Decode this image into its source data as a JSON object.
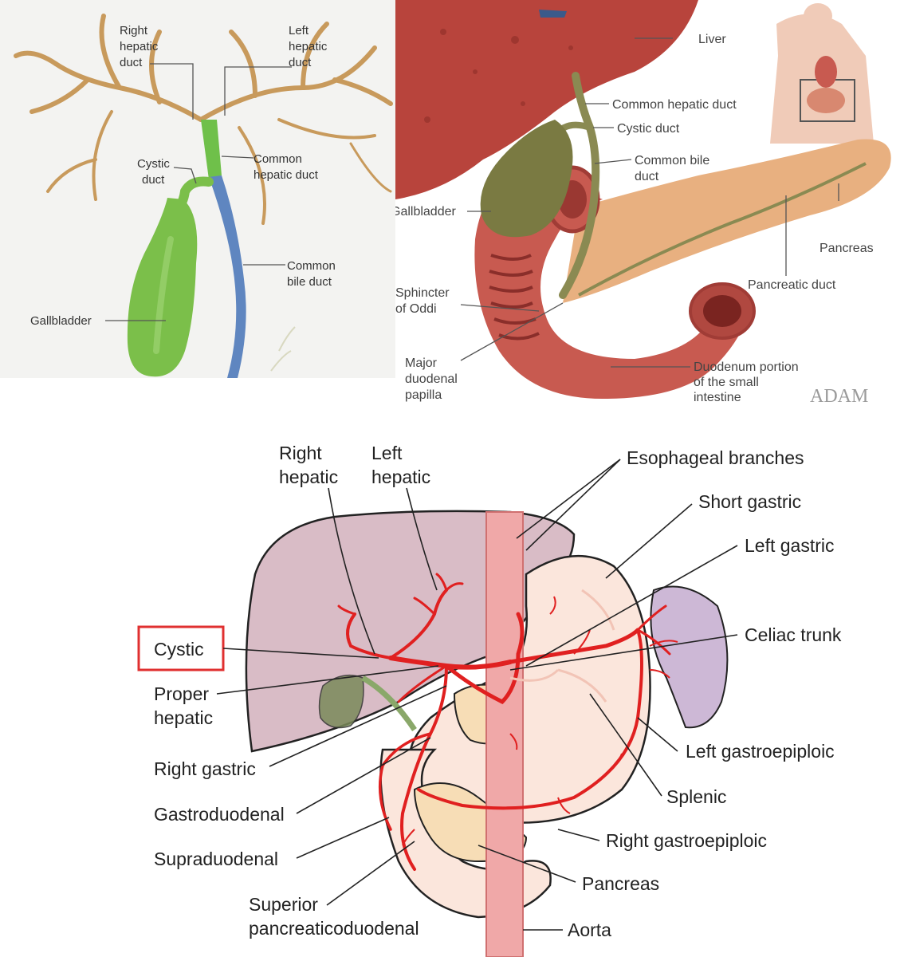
{
  "panels": {
    "biliary_tree": {
      "labels": {
        "right_hepatic_duct": [
          "Right",
          "hepatic",
          "duct"
        ],
        "left_hepatic_duct": [
          "Left",
          "hepatic",
          "duct"
        ],
        "cystic_duct": [
          "Cystic",
          "duct"
        ],
        "common_hepatic_duct": [
          "Common",
          "hepatic duct"
        ],
        "common_bile_duct": [
          "Common",
          "bile duct"
        ],
        "gallbladder": "Gallbladder"
      },
      "colors": {
        "ducts": "#c89a5c",
        "gallbladder": "#7bbf4a",
        "common_bile_duct": "#5f86c0"
      }
    },
    "pancreas_duodenum": {
      "labels": {
        "liver": "Liver",
        "common_hepatic_duct": "Common hepatic duct",
        "cystic_duct": "Cystic duct",
        "common_bile_duct": [
          "Common bile",
          "duct"
        ],
        "gallbladder": "Gallbladder",
        "pancreas": "Pancreas",
        "pancreatic_duct": "Pancreatic duct",
        "sphincter_of_oddi": [
          "Sphincter",
          "of Oddi"
        ],
        "major_duodenal_papilla": [
          "Major",
          "duodenal",
          "papilla"
        ],
        "duodenum": [
          "Duodenum portion",
          "of the small",
          "intestine"
        ],
        "watermark": "ADAM"
      },
      "colors": {
        "liver": "#b8443c",
        "pancreas": "#e8b080",
        "duodenum": "#c85a50",
        "gallbladder": "#7a7a42"
      }
    },
    "celiac_arteries": {
      "labels": {
        "right_hepatic": [
          "Right",
          "hepatic"
        ],
        "left_hepatic": [
          "Left",
          "hepatic"
        ],
        "esophageal_branches": "Esophageal branches",
        "short_gastric": "Short gastric",
        "left_gastric": "Left gastric",
        "celiac_trunk": "Celiac trunk",
        "cystic": "Cystic",
        "proper_hepatic": [
          "Proper",
          "hepatic"
        ],
        "right_gastric": "Right gastric",
        "gastroduodenal": "Gastroduodenal",
        "supraduodenal": "Supraduodenal",
        "superior_pancreaticoduodenal": [
          "Superior",
          "pancreaticoduodenal"
        ],
        "left_gastroepiploic": "Left gastroepiploic",
        "splenic": "Splenic",
        "right_gastroepiploic": "Right gastroepiploic",
        "pancreas": "Pancreas",
        "aorta": "Aorta"
      },
      "highlighted_label": "cystic",
      "colors": {
        "artery": "#e02020",
        "liver": "#d9bcc6",
        "stomach": "#fbe6dc",
        "spleen": "#cdb8d6",
        "highlight_box": "#e03030"
      }
    }
  }
}
